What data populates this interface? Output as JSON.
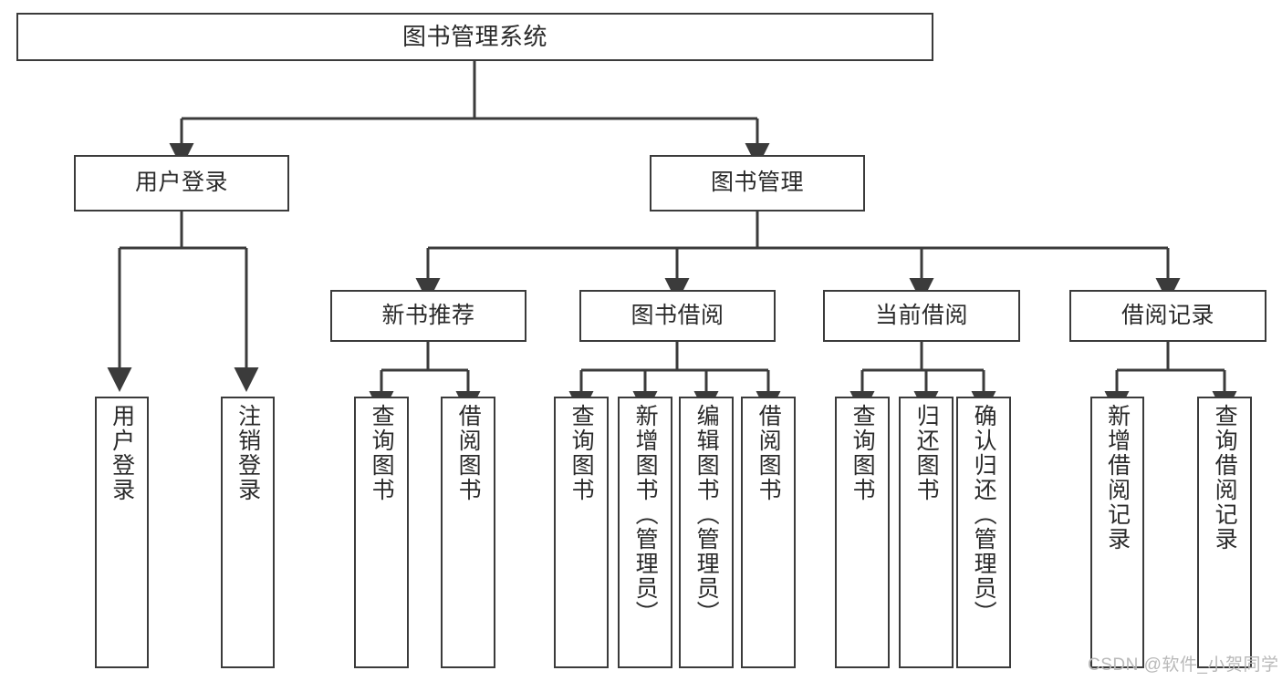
{
  "diagram": {
    "title": "图书管理系统",
    "type": "tree",
    "watermark": "CSDN @软件_小贺同学",
    "colors": {
      "border": "#3b3b3b",
      "text": "#2a2a2a",
      "background": "#ffffff",
      "watermark": "#b9b9b9"
    },
    "nodes": {
      "root": {
        "label": "图书管理系统"
      },
      "level2": [
        {
          "label": "用户登录"
        },
        {
          "label": "图书管理"
        }
      ],
      "level3": [
        {
          "label": "新书推荐"
        },
        {
          "label": "图书借阅"
        },
        {
          "label": "当前借阅"
        },
        {
          "label": "借阅记录"
        }
      ],
      "leaves": {
        "user_login": [
          {
            "label": "用户登录"
          },
          {
            "label": "注销登录"
          }
        ],
        "new_book": [
          {
            "label": "查询图书"
          },
          {
            "label": "借阅图书"
          }
        ],
        "book_borrow": [
          {
            "label": "查询图书"
          },
          {
            "label": "新增图书（管理员）"
          },
          {
            "label": "编辑图书（管理员）"
          },
          {
            "label": "借阅图书"
          }
        ],
        "current_borrow": [
          {
            "label": "查询图书"
          },
          {
            "label": "归还图书"
          },
          {
            "label": "确认归还（管理员）"
          }
        ],
        "borrow_record": [
          {
            "label": "新增借阅记录"
          },
          {
            "label": "查询借阅记录"
          }
        ]
      }
    }
  }
}
